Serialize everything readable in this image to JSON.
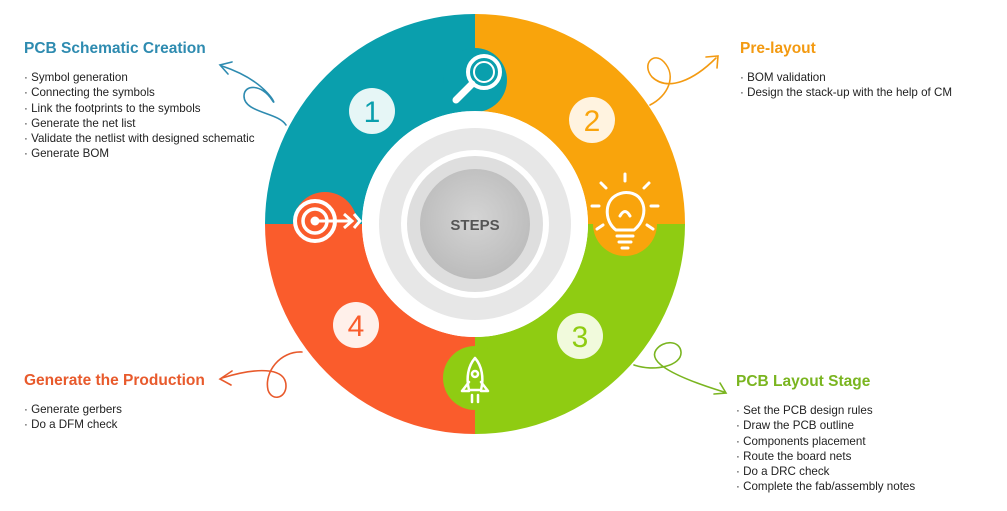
{
  "center": {
    "label": "STEPS"
  },
  "colors": {
    "teal": "#0a9fad",
    "orange": "#f9a40c",
    "green": "#8fcc12",
    "red": "#fa5c2c",
    "schematic_title": "#2e8bb0",
    "prelayout_title": "#f39a11",
    "layout_title": "#7ab520",
    "production_title": "#e85a2c",
    "center_text": "#555555"
  },
  "segments": [
    {
      "number": "1",
      "color": "#0a9fad",
      "icon": "magnifier-icon"
    },
    {
      "number": "2",
      "color": "#f9a40c",
      "icon": "lightbulb-icon"
    },
    {
      "number": "3",
      "color": "#8fcc12",
      "icon": "rocket-icon"
    },
    {
      "number": "4",
      "color": "#fa5c2c",
      "icon": "target-arrow-icon"
    }
  ],
  "panels": {
    "schematic": {
      "title": "PCB Schematic Creation",
      "items": [
        "Symbol generation",
        "Connecting the symbols",
        "Link the footprints to the symbols",
        "Generate the net list",
        "Validate the netlist with designed schematic",
        "Generate BOM"
      ]
    },
    "prelayout": {
      "title": "Pre-layout",
      "items": [
        "BOM validation",
        "Design the stack-up with the help of CM"
      ]
    },
    "layout": {
      "title": "PCB Layout Stage",
      "items": [
        "Set the PCB design rules",
        "Draw the PCB outline",
        "Components placement",
        "Route the board nets",
        "Do a DRC check",
        "Complete the fab/assembly notes"
      ]
    },
    "production": {
      "title": "Generate the Production",
      "items": [
        "Generate gerbers",
        "Do a DFM check"
      ]
    }
  }
}
